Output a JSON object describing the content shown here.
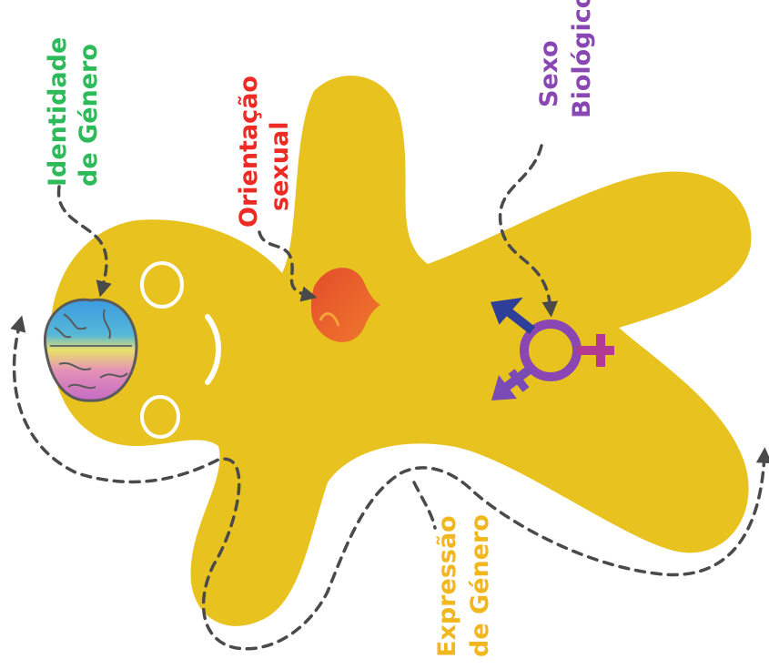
{
  "labels": {
    "gender_identity": {
      "line1": "Identidade",
      "line2": "de Género"
    },
    "sexual_orientation": {
      "line1": "Orientação",
      "line2": "sexual"
    },
    "biological_sex": {
      "line1": "Sexo",
      "line2": "Biológico"
    },
    "gender_expression": {
      "line1": "Expressão",
      "line2": "de Género"
    }
  },
  "colors": {
    "body": "#E8C21E",
    "gender_identity_text": "#2DBB5A",
    "sexual_orientation_text": "#EE2A24",
    "biological_sex_text": "#8A47B4",
    "gender_expression_text": "#F2B71E",
    "arrow": "#4A4A4A",
    "heart": "#E8552A",
    "male_symbol": "#2E3F9A",
    "female_symbol": "#B23A93",
    "trans_symbol": "#7A4BB5"
  },
  "icons": [
    "brain-icon",
    "heart-icon",
    "transgender-symbol-icon"
  ]
}
